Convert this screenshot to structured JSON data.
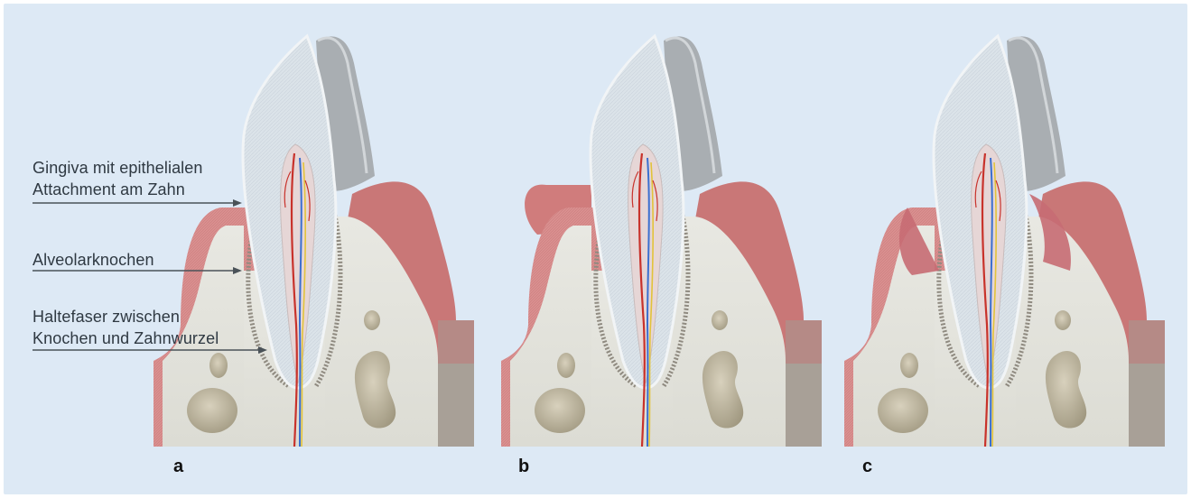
{
  "labels": {
    "gingiva_line1": "Gingiva mit epithelialen",
    "gingiva_line2": "Attachment am Zahn",
    "bone": "Alveolarknochen",
    "fiber_line1": "Haltefaser zwischen",
    "fiber_line2": "Knochen und Zahnwurzel"
  },
  "panels": [
    {
      "letter": "a"
    },
    {
      "letter": "b"
    },
    {
      "letter": "c"
    }
  ],
  "colors": {
    "background": "#dde9f5",
    "gingiva": "#d98b8b",
    "gingiva_dark": "#b86b6b",
    "bone": "#e2e2dc",
    "enamel": "#dfe5ea",
    "dentin": "#c7d2da",
    "cavity": "#bdb5a0",
    "artery": "#c8322b",
    "vein": "#3b6fd0",
    "nerve": "#e2c33a"
  }
}
